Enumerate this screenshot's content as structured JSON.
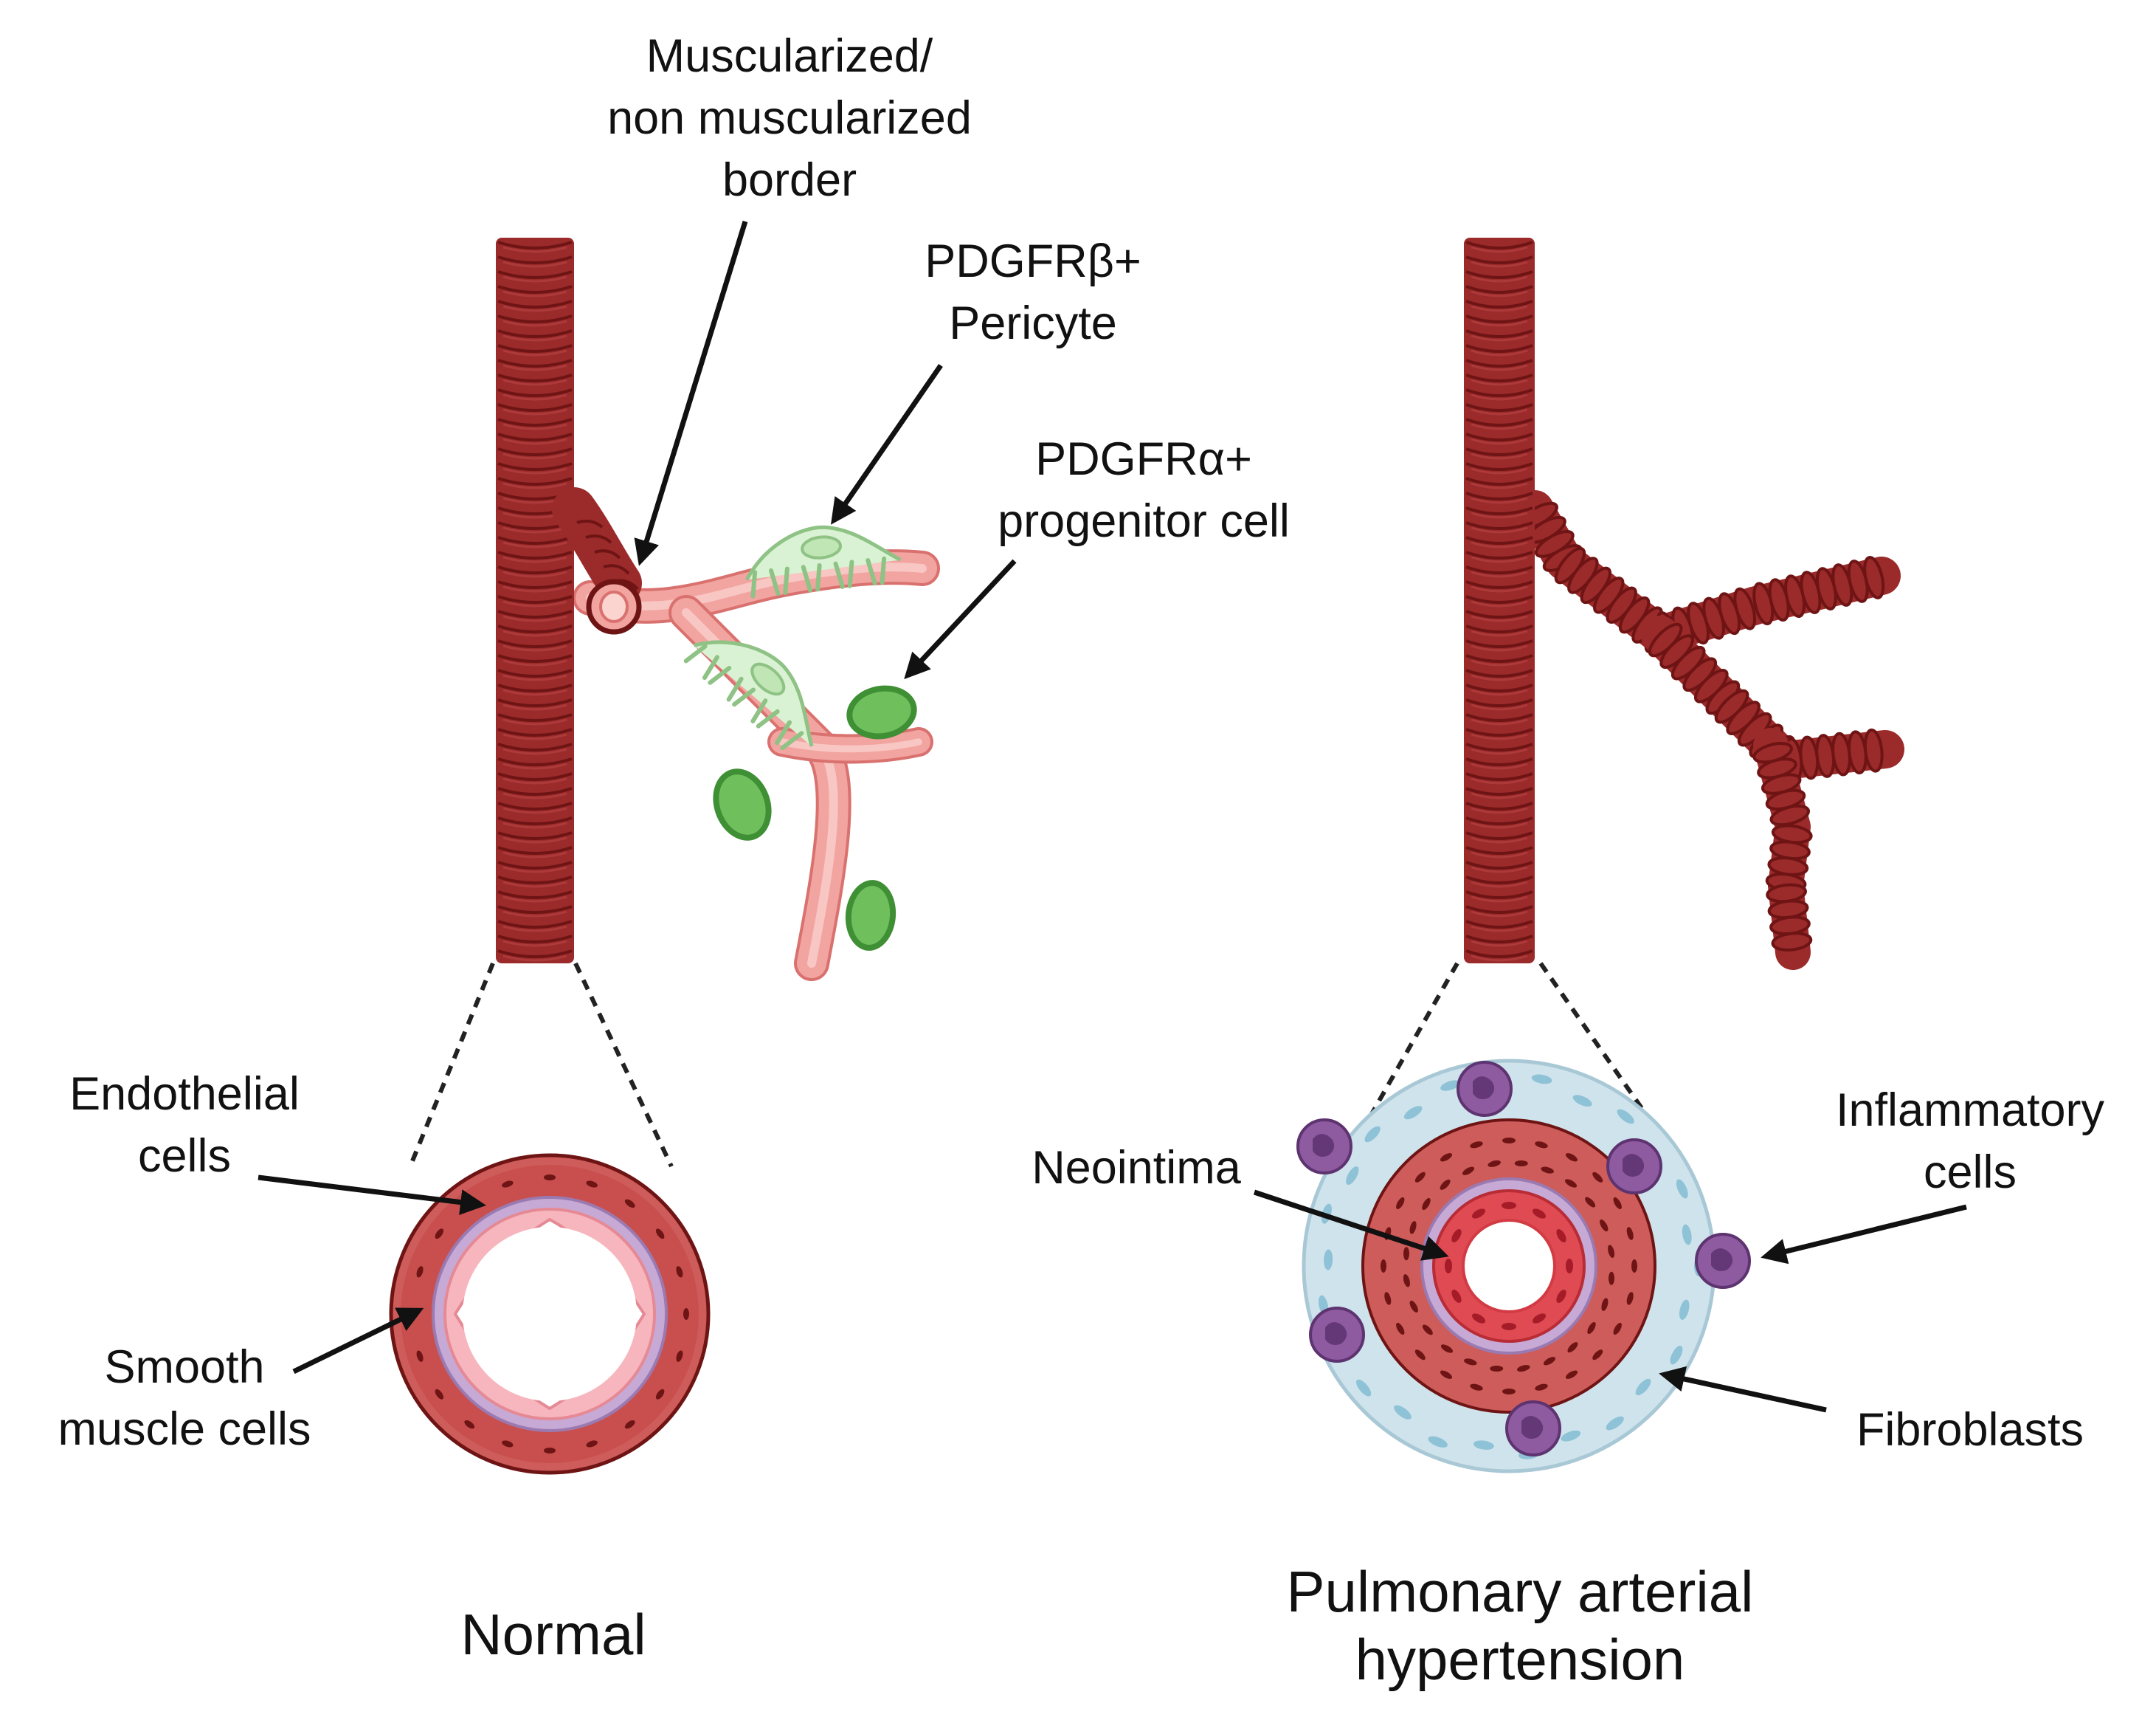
{
  "colors": {
    "muscle": "#9b2a2a",
    "muscle_dark": "#6e1414",
    "muscle_light": "#b54141",
    "vessel_pink": "#f2a4a0",
    "vessel_pink_edge": "#d9716f",
    "pericyte": "#d9f2d3",
    "pericyte_edge": "#8fc285",
    "progenitor": "#6fbf5d",
    "progenitor_dark": "#3f8f34",
    "endothelial": "#f7b6bd",
    "elastic": "#c7a9d6",
    "smc_wall": "#cd5c5a",
    "neointima": "#e04a52",
    "adventitia": "#cfe3ec",
    "fibroblast": "#8ec2d6",
    "inflammatory": "#8e5aa0",
    "inflammatory_dark": "#5d3370",
    "text": "#111111"
  },
  "labels": {
    "muscularized_border": [
      "Muscularized/",
      "non muscularized",
      "border"
    ],
    "pericyte": [
      "PDGFRβ+",
      "Pericyte"
    ],
    "progenitor": [
      "PDGFRα+",
      "progenitor cell"
    ],
    "endothelial": [
      "Endothelial",
      "cells"
    ],
    "smooth_muscle": [
      "Smooth",
      "muscle cells"
    ],
    "neointima": [
      "Neointima"
    ],
    "inflammatory": [
      "Inflammatory",
      "cells"
    ],
    "fibroblasts": [
      "Fibroblasts"
    ]
  },
  "captions": {
    "normal": "Normal",
    "pah": [
      "Pulmonary arterial",
      "hypertension"
    ]
  }
}
